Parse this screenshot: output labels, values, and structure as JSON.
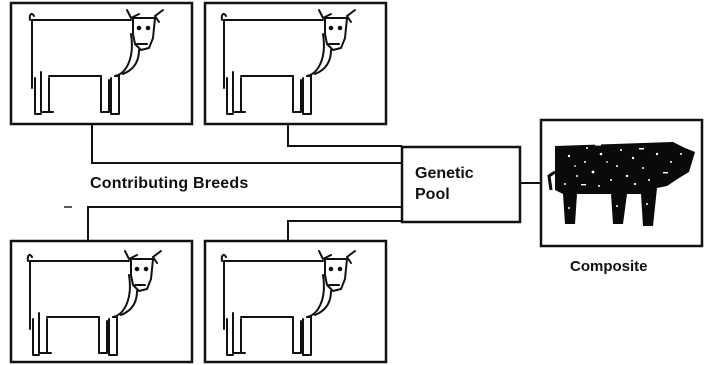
{
  "diagram": {
    "contributing_label": "Contributing Breeds",
    "pool_line1": "Genetic",
    "pool_line2": "Pool",
    "composite_label": "Composite"
  },
  "icons": {
    "breed_cow": "white-outline-cow-icon",
    "composite_cow": "black-speckled-cow-icon"
  },
  "colors": {
    "ink": "#111111",
    "background": "#ffffff"
  }
}
